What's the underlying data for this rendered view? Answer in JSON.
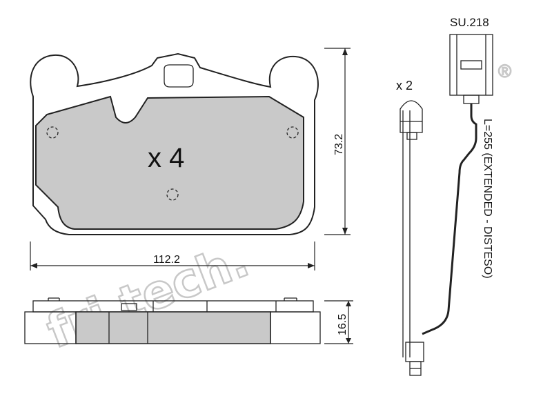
{
  "diagram": {
    "pad_quantity": "x 4",
    "sensor_quantity": "x 2",
    "sensor_code": "SU.218",
    "height_dimension": "73.2",
    "width_dimension": "112.2",
    "thickness_dimension": "16.5",
    "sensor_length": "L=255 (EXTENDED - DISTESO)",
    "watermark": "fri.tech.",
    "watermark_mark": "®",
    "colors": {
      "pad_fill": "#c9c9c9",
      "line": "#222222",
      "watermark": "#c8c8c8"
    }
  }
}
